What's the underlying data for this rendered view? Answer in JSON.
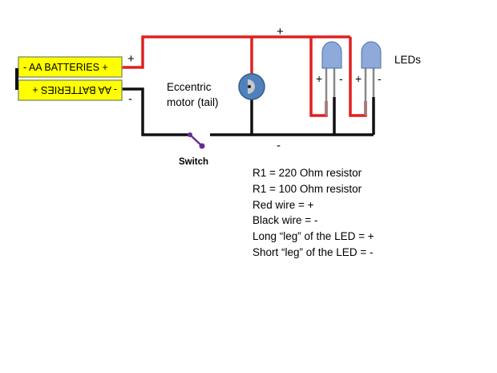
{
  "diagram": {
    "batteries": {
      "top_label": "- AA BATTERIES +",
      "bottom_label": "- AA BATTERIES +"
    },
    "terminals": {
      "battery_plus": "+",
      "battery_minus": "-",
      "top_rail_plus": "+",
      "bottom_rail_minus": "-"
    },
    "motor": {
      "label_line1": "Eccentric",
      "label_line2": "motor (tail)"
    },
    "switch": {
      "label": "Switch"
    },
    "leds": {
      "label": "LEDs",
      "items": [
        {
          "plus": "+",
          "minus": "-"
        },
        {
          "plus": "+",
          "minus": "-"
        }
      ]
    },
    "colors": {
      "positive_wire": "#e02020",
      "negative_wire": "#111111",
      "battery_fill": "#ffff00",
      "battery_border": "#8a9a6a",
      "motor_fill": "#4f81bd",
      "led_fill": "#8eaadb",
      "led_leg": "#888888",
      "switch": "#6a2c91"
    }
  },
  "legend": [
    "R1 = 220 Ohm resistor",
    "R1 = 100 Ohm resistor",
    "Red wire = +",
    "Black wire = -",
    "Long “leg” of the LED = +",
    "Short “leg” of the LED = -"
  ]
}
